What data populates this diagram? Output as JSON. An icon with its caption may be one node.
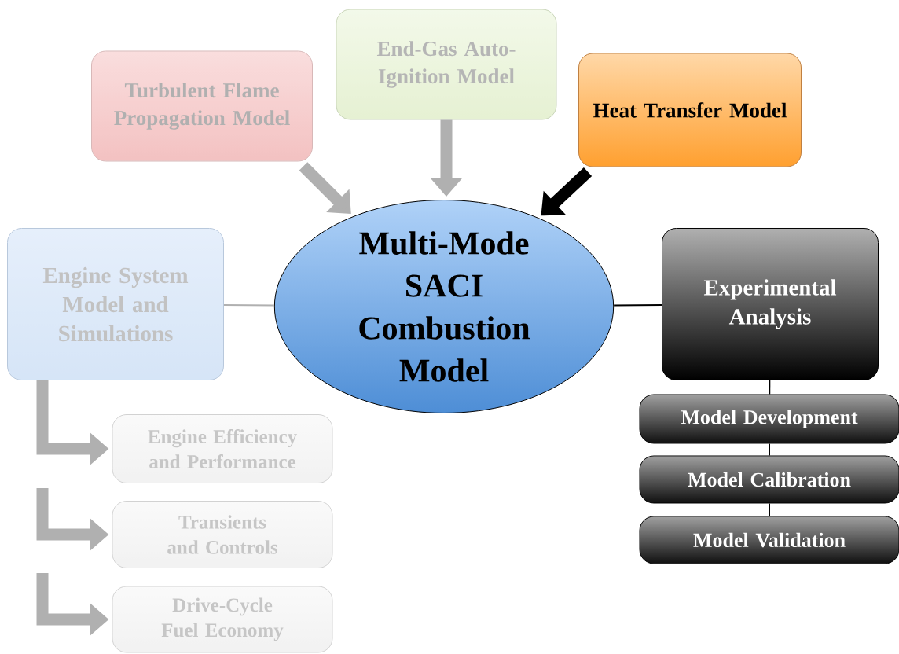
{
  "diagram": {
    "nodes": [
      {
        "text": [
          "Turbulent Flame Propagation Model"
        ]
      },
      {
        "text": [
          "End-Gas Auto-Ignition Model"
        ]
      },
      {
        "text": [
          "Heat Transfer Model"
        ]
      },
      {
        "text": [
          "Multi-Mode SACI Combustion Model"
        ]
      },
      {
        "text": [
          "Engine System Model and Simulations"
        ]
      },
      {
        "text": [
          "Experimental Analysis"
        ]
      },
      {
        "text": [
          "Engine Efficiency and Performance"
        ]
      },
      {
        "text": [
          "Transients and Controls"
        ]
      },
      {
        "text": [
          "Drive-Cycle Fuel Economy"
        ]
      },
      {
        "text": [
          "Model Development"
        ]
      },
      {
        "text": [
          "Model Calibration"
        ]
      },
      {
        "text": [
          "Model Validation"
        ]
      }
    ],
    "edges": [
      {
        "from": 0,
        "to": 3,
        "arrow": "to"
      },
      {
        "from": 1,
        "to": 3,
        "arrow": "to"
      },
      {
        "from": 2,
        "to": 3,
        "arrow": "to",
        "color": "#000000"
      },
      {
        "from": 4,
        "to": 3,
        "arrow": "none"
      },
      {
        "from": 5,
        "to": 3,
        "arrow": "none",
        "color": "#000000"
      },
      {
        "from": 4,
        "to": 6,
        "arrow": "to"
      },
      {
        "from": null,
        "to": 7,
        "arrow": "to"
      },
      {
        "from": null,
        "to": 8,
        "arrow": "to"
      },
      {
        "from": 5,
        "to": 9,
        "arrow": "none",
        "color": "#000000"
      },
      {
        "from": 9,
        "to": 10,
        "arrow": "none",
        "color": "#000000"
      },
      {
        "from": 10,
        "to": 11,
        "arrow": "none",
        "color": "#000000"
      }
    ]
  }
}
